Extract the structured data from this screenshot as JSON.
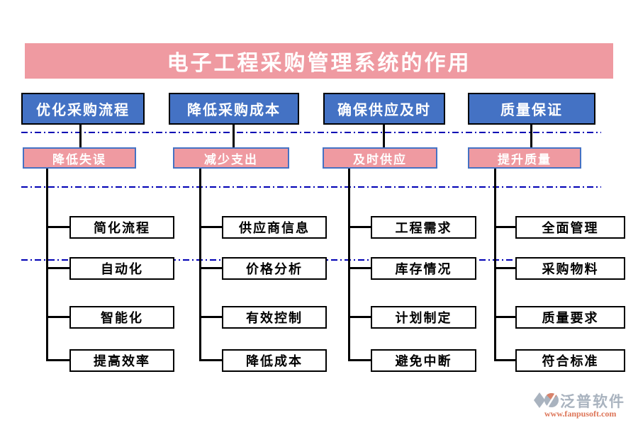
{
  "title": "电子工程采购管理系统的作用",
  "diagram": {
    "type": "hierarchy-flowchart",
    "columns": [
      {
        "benefit": "优化采购流程",
        "outcome": "降低失误",
        "features": [
          "简化流程",
          "自动化",
          "智能化",
          "提高效率"
        ]
      },
      {
        "benefit": "降低采购成本",
        "outcome": "减少支出",
        "features": [
          "供应商信息",
          "价格分析",
          "有效控制",
          "降低成本"
        ]
      },
      {
        "benefit": "确保供应及时",
        "outcome": "及时供应",
        "features": [
          "工程需求",
          "库存情况",
          "计划制定",
          "避免中断"
        ]
      },
      {
        "benefit": "质量保证",
        "outcome": "提升质量",
        "features": [
          "全面管理",
          "采购物料",
          "质量要求",
          "符合标准"
        ]
      }
    ]
  },
  "branding": {
    "company": "泛普软件",
    "website": "www.fanpusoft.com"
  },
  "colors": {
    "banner_pink": "#EF9AA1",
    "benefit_box_blue": "#4472C4",
    "outcome_box_pink": "#EF9AA1",
    "outcome_border_blue": "#4472C4",
    "separator_navy": "#0000B4",
    "connector_black": "#000000",
    "brand_gray": "#A9B3BF",
    "url_orange": "#DD7558"
  }
}
